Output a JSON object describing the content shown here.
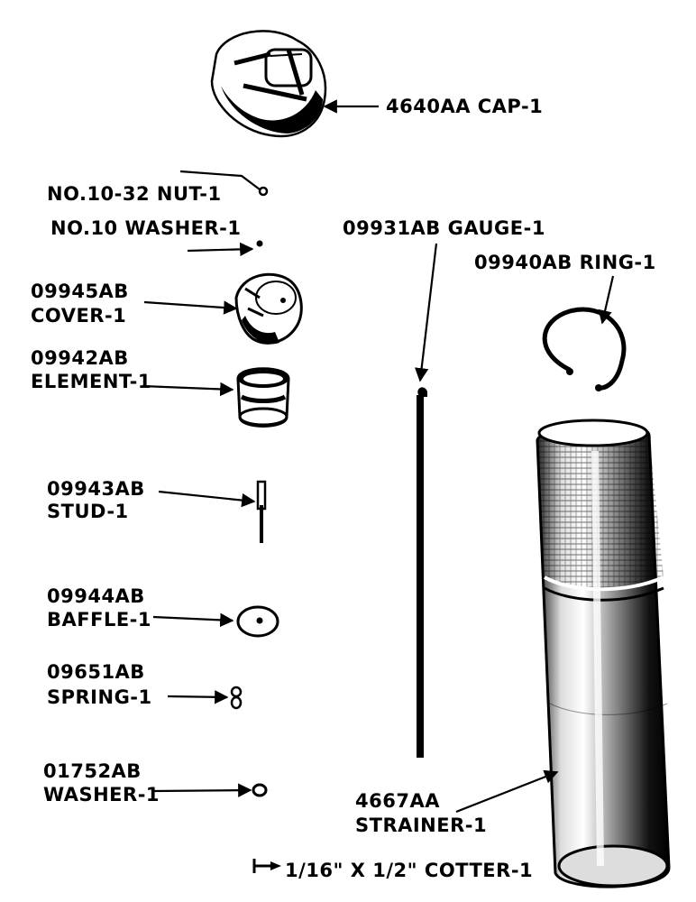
{
  "colors": {
    "ink": "#000000",
    "paper": "#ffffff"
  },
  "parts": {
    "cap": "4640AA CAP-1",
    "nut": "NO.10-32 NUT-1",
    "washer_small": "NO.10 WASHER-1",
    "gauge": "09931AB GAUGE-1",
    "ring": "09940AB RING-1",
    "cover": {
      "number": "09945AB",
      "name": "COVER-1"
    },
    "element": {
      "number": "09942AB",
      "name": "ELEMENT-1"
    },
    "stud": {
      "number": "09943AB",
      "name": "STUD-1"
    },
    "baffle": {
      "number": "09944AB",
      "name": "BAFFLE-1"
    },
    "spring": {
      "number": "09651AB",
      "name": "SPRING-1"
    },
    "washer": {
      "number": "01752AB",
      "name": "WASHER-1"
    },
    "strainer": {
      "number": "4667AA",
      "name": "STRAINER-1"
    },
    "cotter": "1/16\" X 1/2\" COTTER-1"
  }
}
